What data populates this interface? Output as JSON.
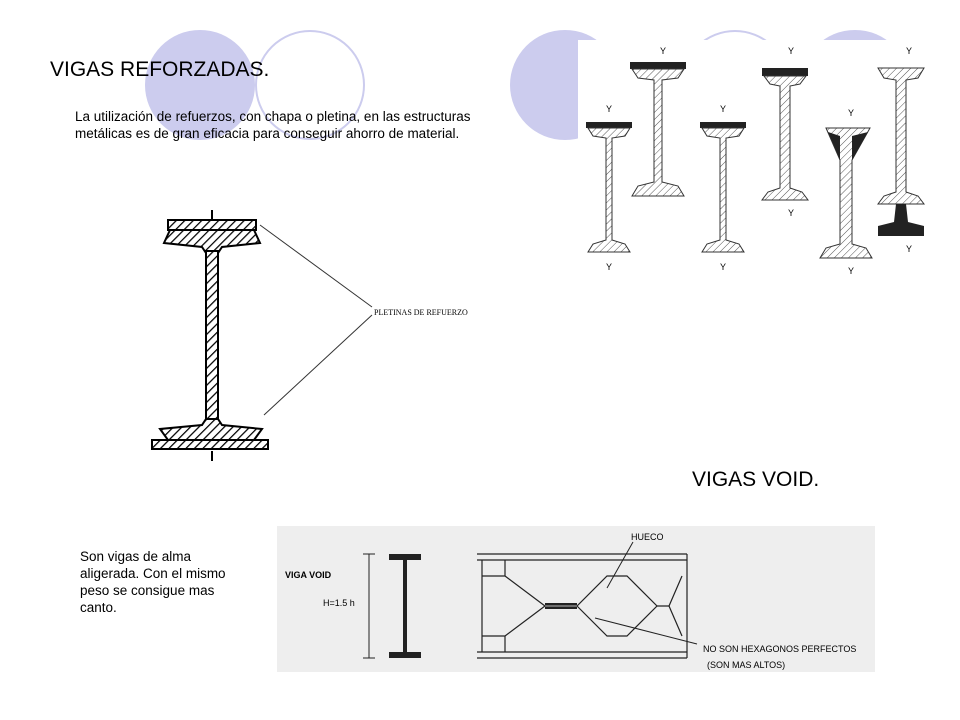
{
  "slide": {
    "accent_color": "#ccccee",
    "section1": {
      "title": "VIGAS REFORZADAS.",
      "text": "La utilización de refuerzos, con chapa o pletina, en las estructuras metálicas es de gran eficacia para conseguir ahorro de material.",
      "figure_label": "PLETINAS DE REFUERZO"
    },
    "section2": {
      "title": "VIGAS VOID.",
      "text": "Son vigas de alma aligerada. Con el mismo peso  se consigue mas canto.",
      "figure_labels": {
        "viga_void": "VIGA VOID",
        "height": "H=1.5  h",
        "hueco": "HUECO",
        "note1": "NO SON HEXAGONOS PERFECTOS",
        "note2": "(SON MAS ALTOS)"
      }
    },
    "axis_label": "Y"
  }
}
